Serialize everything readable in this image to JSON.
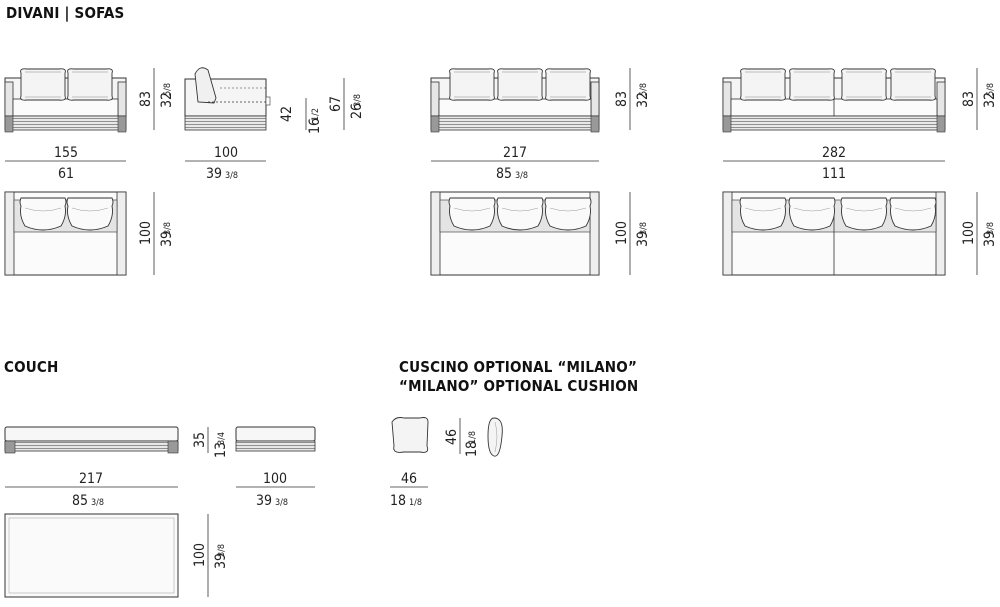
{
  "titles": {
    "sofas": "DIVANI | SOFAS",
    "couch": "COUCH",
    "cushion_it": "CUSCINO OPTIONAL “MILANO”",
    "cushion_en": "“MILANO” OPTIONAL CUSHION"
  },
  "sofa155": {
    "width_cm": "155",
    "width_in": "61",
    "height_cm": "83",
    "height_in_whole": "32",
    "height_in_frac": "5/8",
    "depth_cm": "100",
    "depth_in_whole": "39",
    "depth_in_frac": "3/8"
  },
  "sofa_side": {
    "depth_cm": "100",
    "depth_in_whole": "39",
    "depth_in_frac": "3/8",
    "seat_cm": "42",
    "seat_in_whole": "16",
    "seat_in_frac": "1/2",
    "arm_cm": "67",
    "arm_in_whole": "26",
    "arm_in_frac": "3/8"
  },
  "sofa217": {
    "width_cm": "217",
    "width_in_whole": "85",
    "width_in_frac": "3/8",
    "height_cm": "83",
    "height_in_whole": "32",
    "height_in_frac": "5/8",
    "depth_cm": "100",
    "depth_in_whole": "39",
    "depth_in_frac": "3/8"
  },
  "sofa282": {
    "width_cm": "282",
    "width_in": "111",
    "height_cm": "83",
    "height_in_whole": "32",
    "height_in_frac": "5/8",
    "depth_cm": "100",
    "depth_in_whole": "39",
    "depth_in_frac": "3/8"
  },
  "couch": {
    "width_cm": "217",
    "width_in_whole": "85",
    "width_in_frac": "3/8",
    "height_cm": "35",
    "height_in_whole": "13",
    "height_in_frac": "3/4",
    "side_cm": "100",
    "side_in_whole": "39",
    "side_in_frac": "3/8",
    "depth_cm": "100",
    "depth_in_whole": "39",
    "depth_in_frac": "3/8"
  },
  "cushion": {
    "width_cm": "46",
    "width_in_whole": "18",
    "width_in_frac": "1/8",
    "height_cm": "46",
    "height_in_whole": "18",
    "height_in_frac": "1/8"
  },
  "colors": {
    "line": "#333333",
    "fill_light": "#f2f2f2",
    "fill_mid": "#d9d9d9"
  }
}
